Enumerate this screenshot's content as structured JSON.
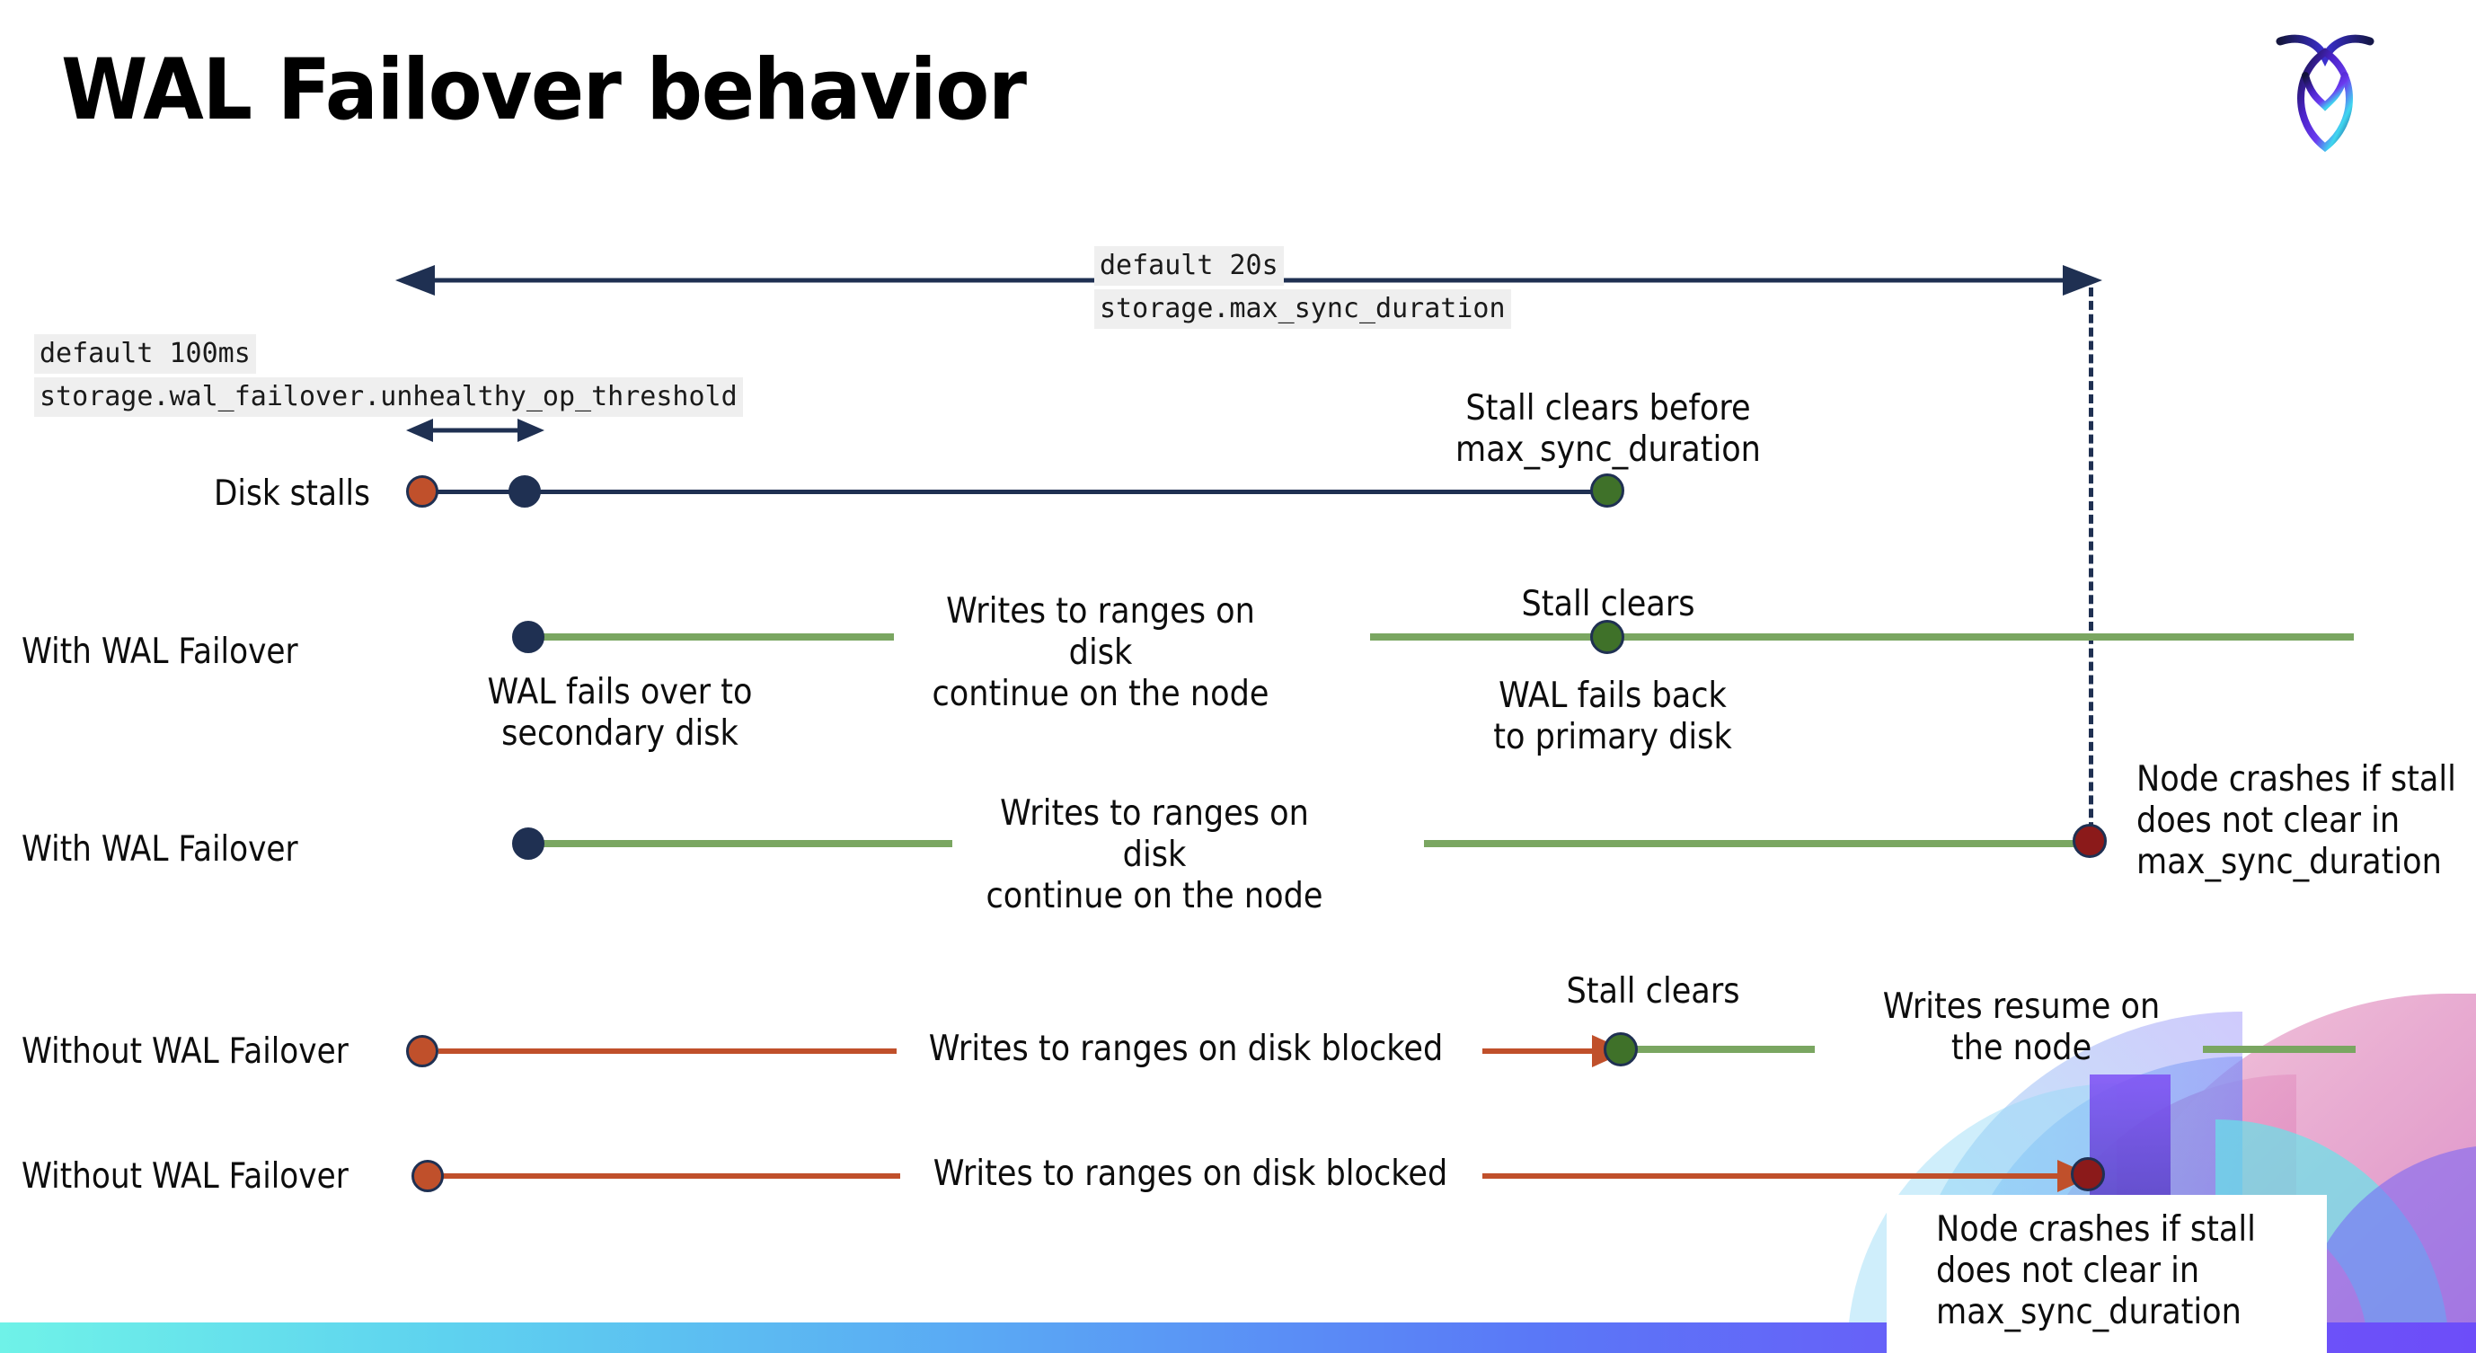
{
  "slide": {
    "title": "WAL Failover behavior",
    "logo_name": "cockroach-labs-logo"
  },
  "settings": [
    {
      "id": "max-sync-duration",
      "default_label": "default 20s",
      "setting_name": "storage.max_sync_duration"
    },
    {
      "id": "unhealthy-op-threshold",
      "default_label": "default 100ms",
      "setting_name": "storage.wal_failover.unhealthy_op_threshold"
    }
  ],
  "rows": [
    {
      "id": "disk-stalls",
      "label": "Disk stalls",
      "annotations": [
        "Stall clears before\nmax_sync_duration"
      ]
    },
    {
      "id": "with-wal-failover-recovers",
      "label": "With WAL Failover",
      "annotations": [
        "WAL fails over to\nsecondary disk",
        "Writes to ranges on disk\ncontinue on the node",
        "Stall clears",
        "WAL fails  back\nto primary disk"
      ]
    },
    {
      "id": "with-wal-failover-crashes",
      "label": "With WAL Failover",
      "annotations": [
        "Writes to ranges on disk\ncontinue on the node",
        "Node crashes if stall\ndoes not clear in\nmax_sync_duration"
      ]
    },
    {
      "id": "without-wal-failover-recovers",
      "label": "Without WAL Failover",
      "annotations": [
        "Writes to ranges on disk  blocked",
        "Stall clears",
        "Writes resume on\nthe node"
      ]
    },
    {
      "id": "without-wal-failover-crashes",
      "label": "Without WAL Failover",
      "annotations": [
        "Writes to ranges on disk  blocked",
        "Node crashes if stall\ndoes not clear in\nmax_sync_duration"
      ]
    }
  ],
  "colors": {
    "navy": "#1f3052",
    "green_line": "#7aa661",
    "green_dot": "#3f7129",
    "red_line": "#c0502b",
    "red_dot": "#c0502b",
    "dark_red_dot": "#8b1a1a",
    "chip_bg": "#efefef",
    "bottom_bar_start": "#6ff2e8",
    "bottom_bar_end": "#6d4df9"
  }
}
